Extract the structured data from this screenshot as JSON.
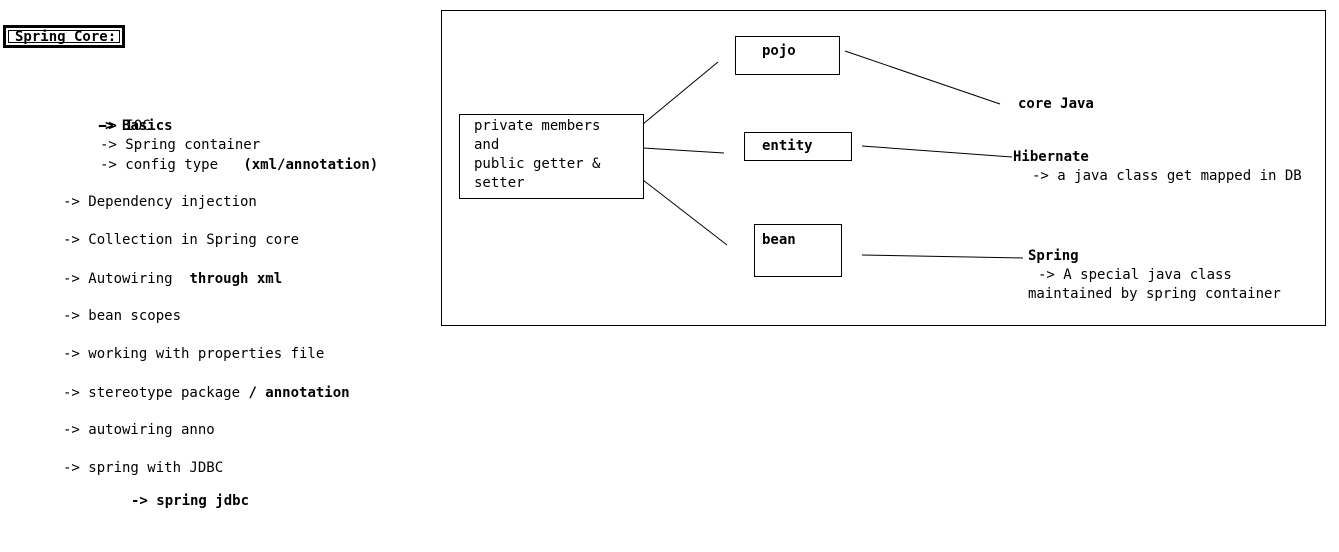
{
  "title": "Spring Core:",
  "outline": {
    "basics": {
      "arrow": "->",
      "label": "Basics",
      "sub_ioc_arrow": "->",
      "sub_ioc": "IOC",
      "sub_container": "-> Spring container",
      "sub_config": "-> config type",
      "sub_config_bold": "(xml/annotation)"
    },
    "dependency_injection": "-> Dependency injection",
    "collection": "-> Collection in Spring core",
    "autowiring": "-> Autowiring",
    "autowiring_bold": "through xml",
    "bean_scopes": "-> bean scopes",
    "properties_file": "-> working with properties file",
    "stereotype": "-> stereotype package",
    "stereotype_bold": "/ annotation",
    "autowiring_anno": "-> autowiring anno",
    "spring_jdbc_parent": "-> spring with JDBC",
    "spring_jdbc_child": "-> spring jdbc"
  },
  "diagram": {
    "source": {
      "line1": "private members",
      "line2": "and",
      "line3": "public getter &",
      "line4": "setter"
    },
    "nodes": {
      "pojo": "pojo",
      "entity": "entity",
      "bean": "bean"
    },
    "targets": {
      "core_java": "core Java",
      "hibernate": "Hibernate",
      "hibernate_desc": "-> a java class get mapped in DB",
      "spring": "Spring",
      "spring_desc1": "-> A special java class",
      "spring_desc2": "maintained by spring container"
    }
  }
}
